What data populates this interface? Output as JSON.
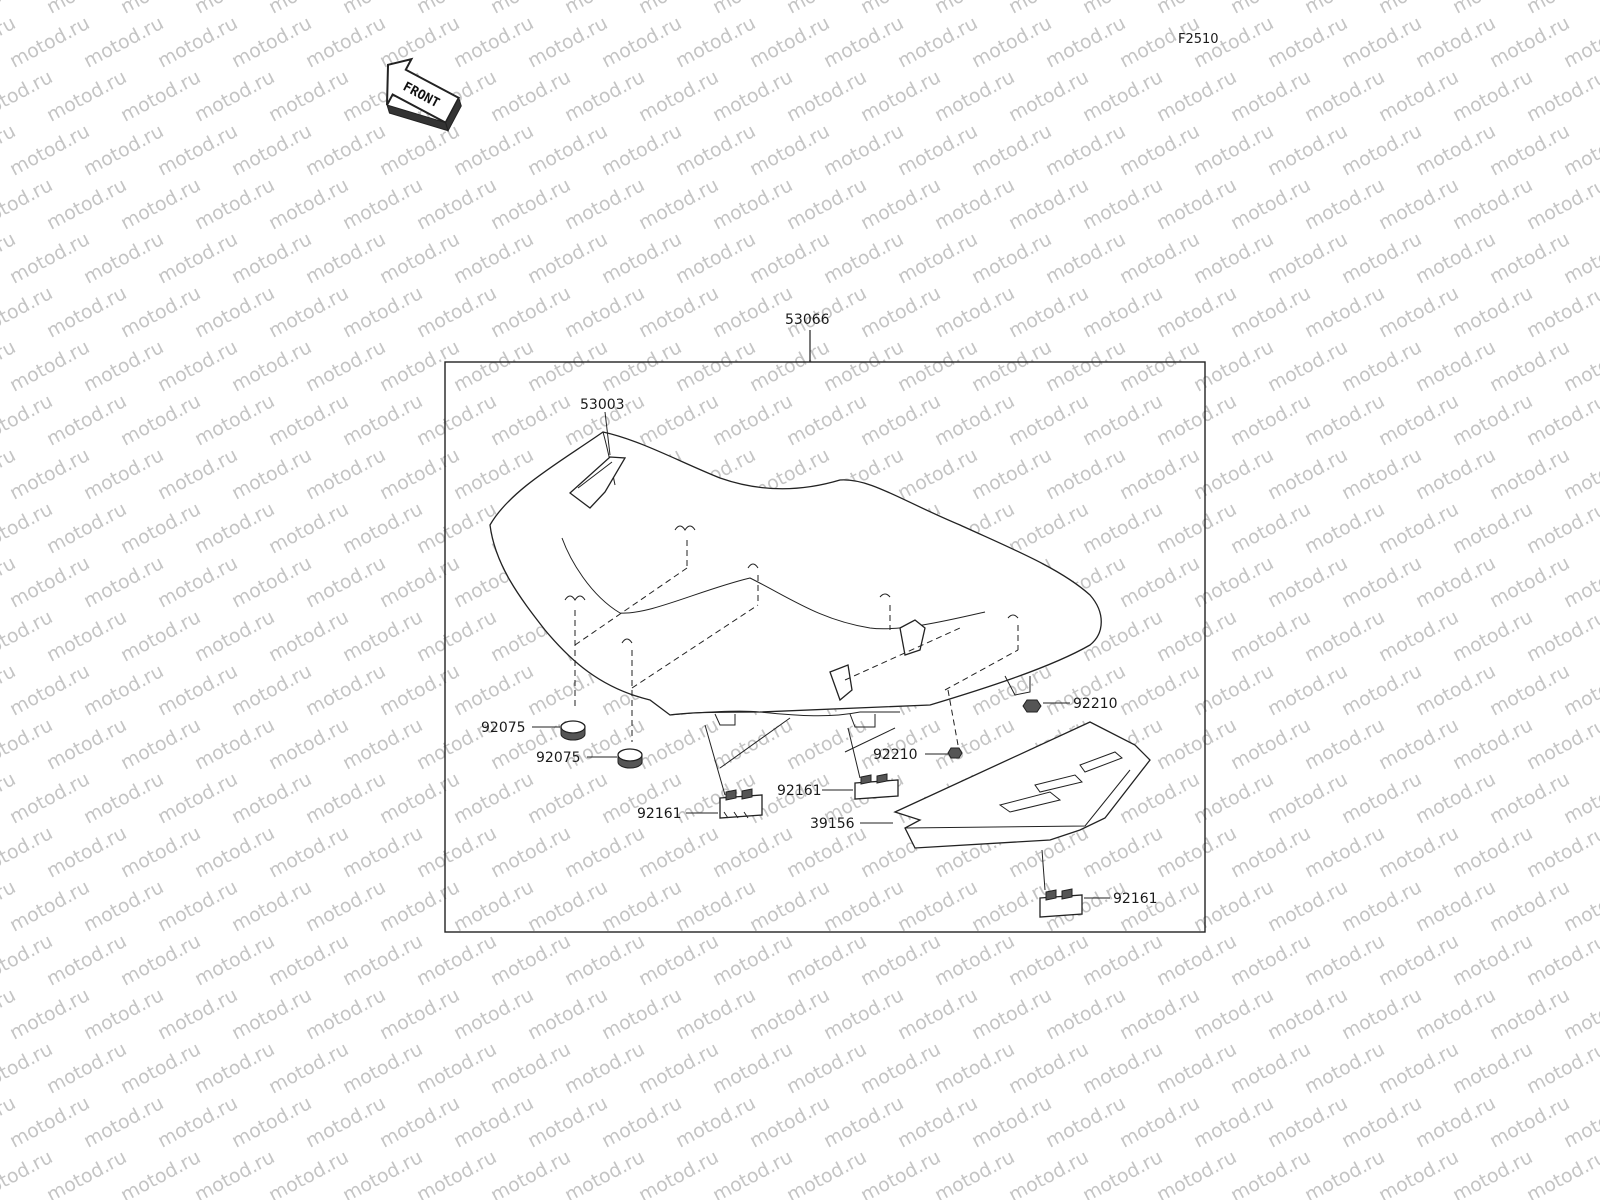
{
  "diagram": {
    "code": "F2510",
    "front_label": "FRONT",
    "watermark": "motod.ru",
    "assembly_label": "53066",
    "parts": {
      "top_cover": "53003",
      "damper_a": "92075",
      "damper_b": "92075",
      "nut_right": "92210",
      "nut_center": "92210",
      "bracket_left": "92161",
      "bracket_center": "92161",
      "bracket_right": "92161",
      "bottom_tray": "39156"
    }
  },
  "colors": {
    "line": "#222222",
    "watermark": "#c4c4c4",
    "background": "#ffffff"
  }
}
